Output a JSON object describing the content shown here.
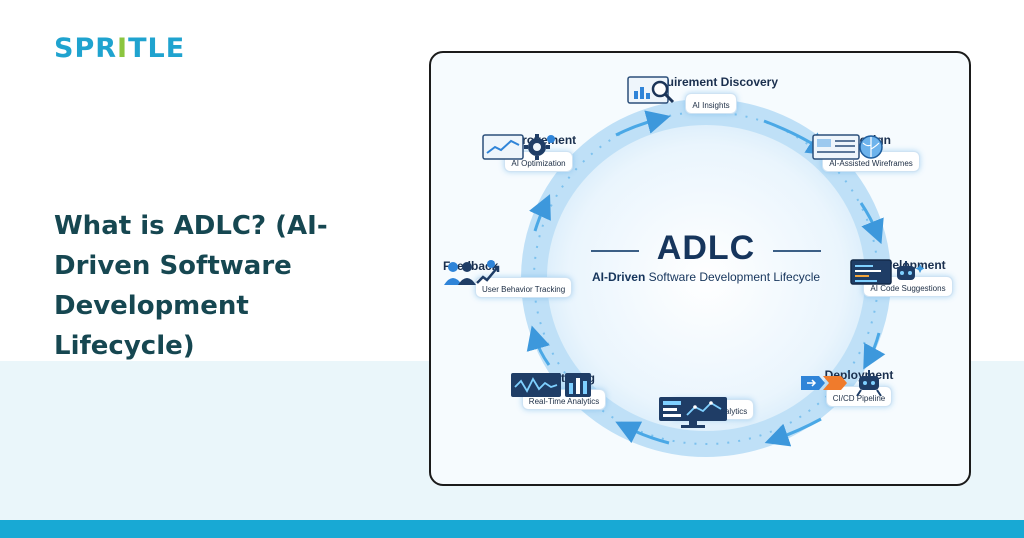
{
  "brand": {
    "logo_pre": "SPR",
    "logo_i": "I",
    "logo_post": "TLE"
  },
  "headline": "What is ADLC? (AI-Driven Software Development Lifecycle)",
  "diagram": {
    "center_title": "ADLC",
    "center_subtitle_bold": "AI-Driven",
    "center_subtitle_rest": " Software Development Lifecycle",
    "stages": [
      {
        "title": "Requirement Discovery",
        "caption": "AI Insights",
        "icon": "magnifier-chart-icon"
      },
      {
        "title": "Design",
        "caption": "AI-Assisted Wireframes",
        "icon": "wireframe-brain-icon"
      },
      {
        "title": "Development",
        "caption": "AI Code Suggestions",
        "icon": "code-robot-icon"
      },
      {
        "title": "Deployment",
        "caption": "CI/CD Pipeline",
        "icon": "pipeline-robot-icon"
      },
      {
        "title": "",
        "caption": "Real-Time Analytics",
        "icon": "monitor-chart-icon"
      },
      {
        "title": "Monitoring",
        "caption": "Real-Time Analytics",
        "icon": "waveform-bars-icon"
      },
      {
        "title": "Feedback",
        "caption": "User Behavior Tracking",
        "icon": "users-trend-icon"
      },
      {
        "title": "Improvement",
        "caption": "AI Optimization",
        "icon": "gear-trend-icon"
      }
    ]
  },
  "colors": {
    "brand_blue": "#1fa3cf",
    "brand_green": "#8bc53f",
    "headline": "#164751",
    "accent_bar": "#18a9d4",
    "cycle_blue": "#4aa8e6"
  }
}
